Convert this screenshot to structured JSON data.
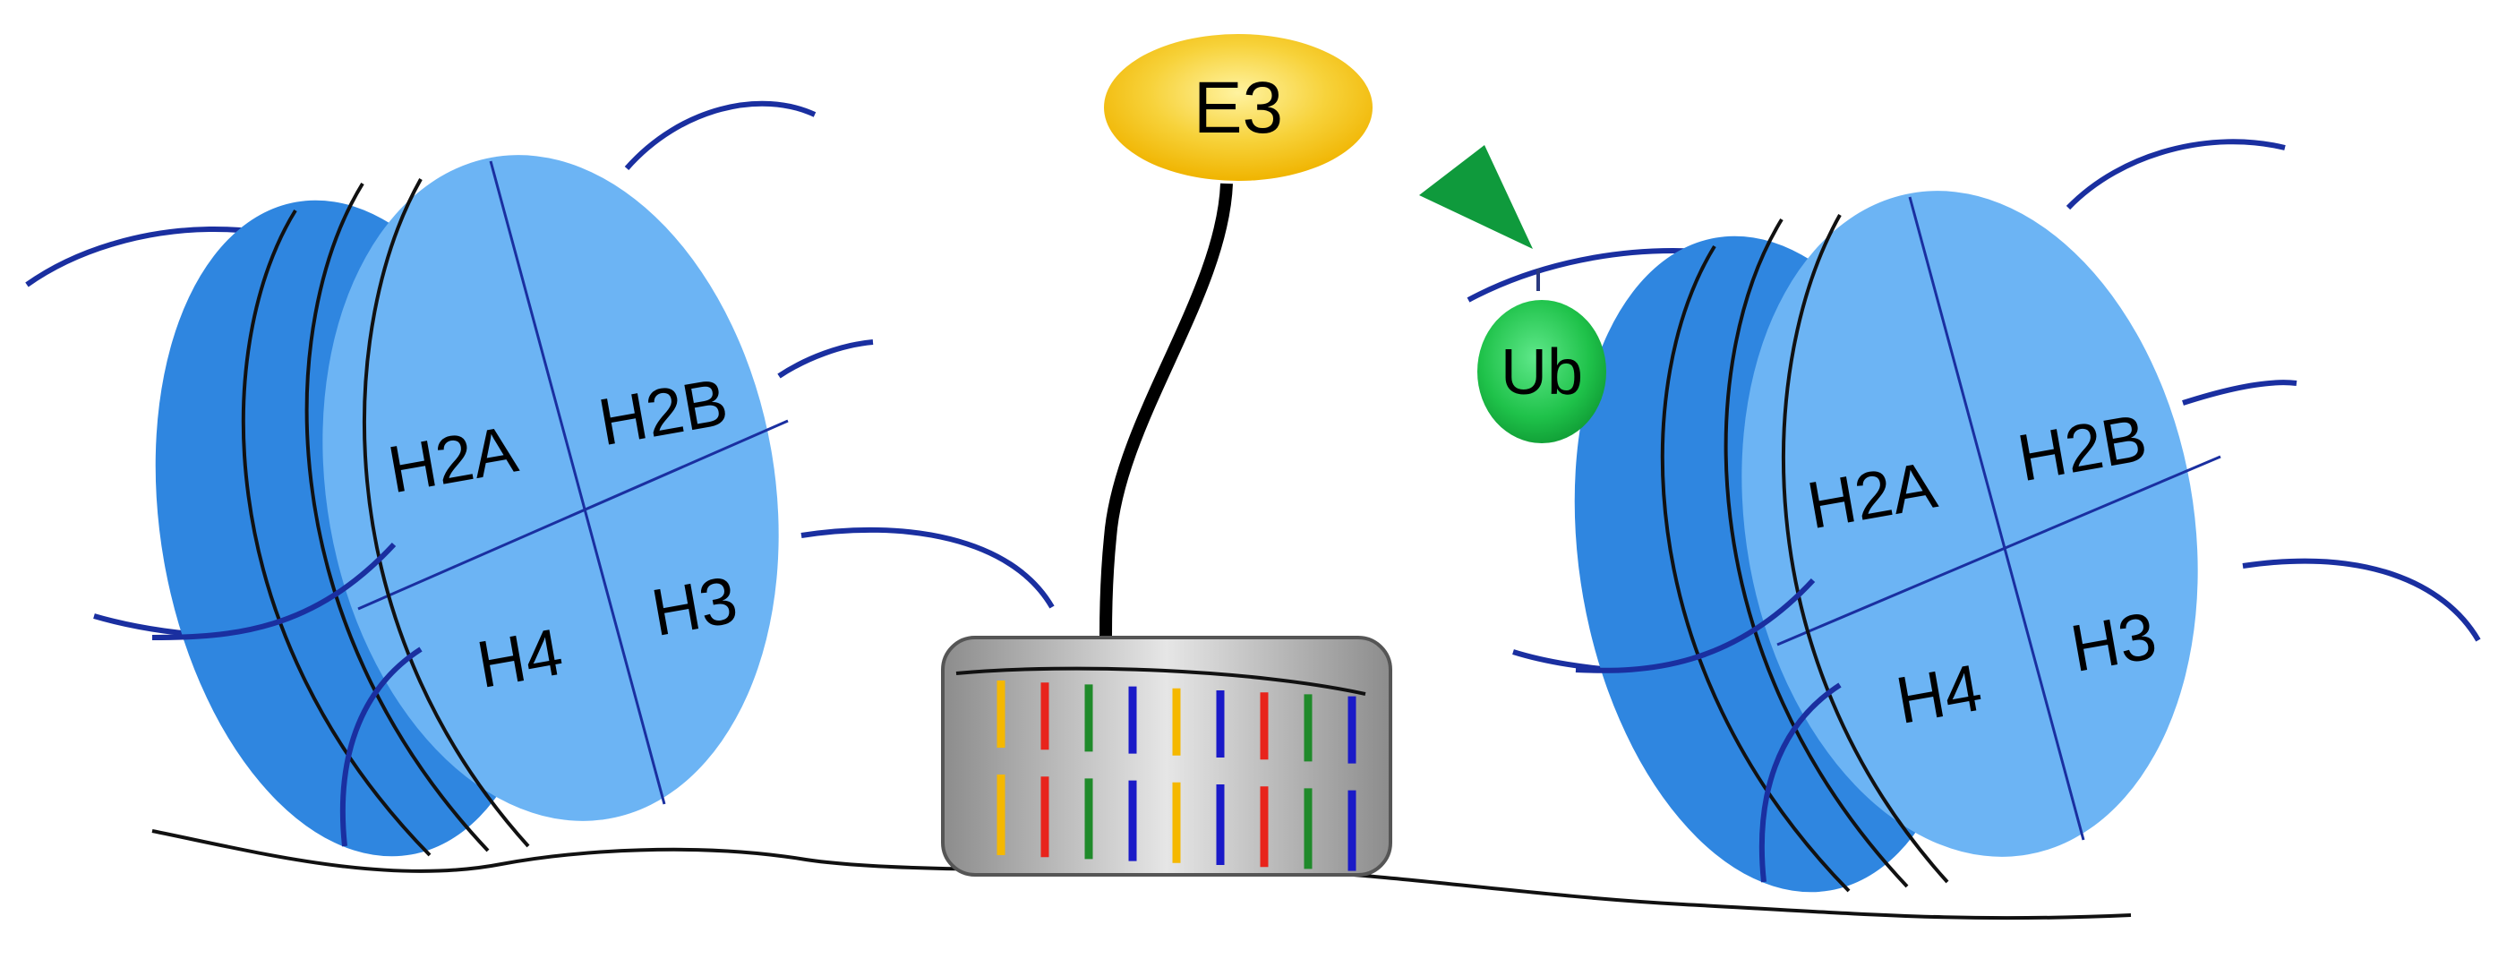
{
  "nucleosome_left": {
    "quadrants": {
      "top_left": "H2A",
      "top_right": "H2B",
      "bottom_left": "H4",
      "bottom_right": "H3"
    }
  },
  "nucleosome_right": {
    "quadrants": {
      "top_left": "H2A",
      "top_right": "H2B",
      "bottom_left": "H4",
      "bottom_right": "H3"
    }
  },
  "e3_label": "E3",
  "ub_label": "Ub",
  "dna_box": {
    "bar_colors": [
      "#f5b800",
      "#e8241c",
      "#1f8a2a",
      "#1a1ac8",
      "#f5b800",
      "#1a1ac8",
      "#e8241c",
      "#1f8a2a",
      "#1a1ac8"
    ]
  },
  "colors": {
    "histone_face": "#6cb4f4",
    "histone_side": "#2f86e0",
    "histone_tail": "#1a2fa0",
    "dna": "#111111",
    "e3_fill": "#f7d23a",
    "ub_fill": "#1fc24a",
    "arrow": "#0f9a3c",
    "box_fill": "#bdbdbd"
  }
}
